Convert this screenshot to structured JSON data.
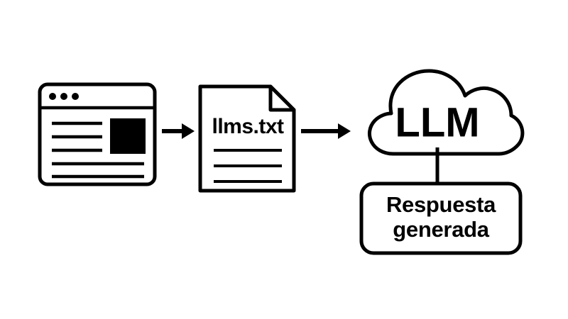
{
  "diagram": {
    "title": "llms.txt flow",
    "background_color": "#ffffff",
    "stroke_color": "#000000",
    "nodes": {
      "website": {
        "icon_name": "browser-window-icon",
        "dots_count": 3,
        "content_lines": 5,
        "has_image_block": true
      },
      "file": {
        "icon_name": "document-file-icon",
        "label": "llms.txt",
        "content_lines": 3,
        "has_folded_corner": true
      },
      "llm": {
        "icon_name": "cloud-icon",
        "label": "LLM"
      },
      "answer": {
        "icon_name": "rounded-box",
        "label_line_1": "Respuesta",
        "label_line_2": "generada"
      }
    },
    "arrows": [
      {
        "name": "arrow-website-to-file",
        "direction": "right"
      },
      {
        "name": "arrow-file-to-llm",
        "direction": "right"
      }
    ],
    "connectors": [
      {
        "name": "connector-llm-to-answer",
        "direction": "vertical"
      }
    ]
  }
}
